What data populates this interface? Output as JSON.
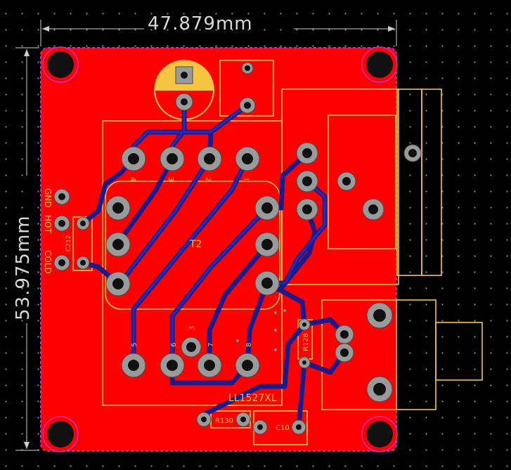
{
  "dimensions": {
    "width_label": "47.879mm",
    "height_label": "53.975mm"
  },
  "components": {
    "transformer": "T2",
    "transformer_part": "LL1527XL",
    "resistor_r128": "R128",
    "resistor_r130": "R130",
    "capacitor_c10": "C10",
    "capacitor_c212": "C212"
  },
  "connector_labels": {
    "gnd": "GND",
    "hot": "HOT",
    "cold": "COLD"
  },
  "pin_numbers": {
    "top": [
      "4",
      "3",
      "2",
      "1"
    ],
    "bottom": [
      "5",
      "6",
      "7",
      "8"
    ],
    "extra": "3"
  },
  "colors": {
    "copper_top": "#ff0000",
    "copper_bottom": "#1a1a8c",
    "silkscreen": "#f5c542",
    "background": "#000000",
    "board_outline": "#c030c0"
  }
}
